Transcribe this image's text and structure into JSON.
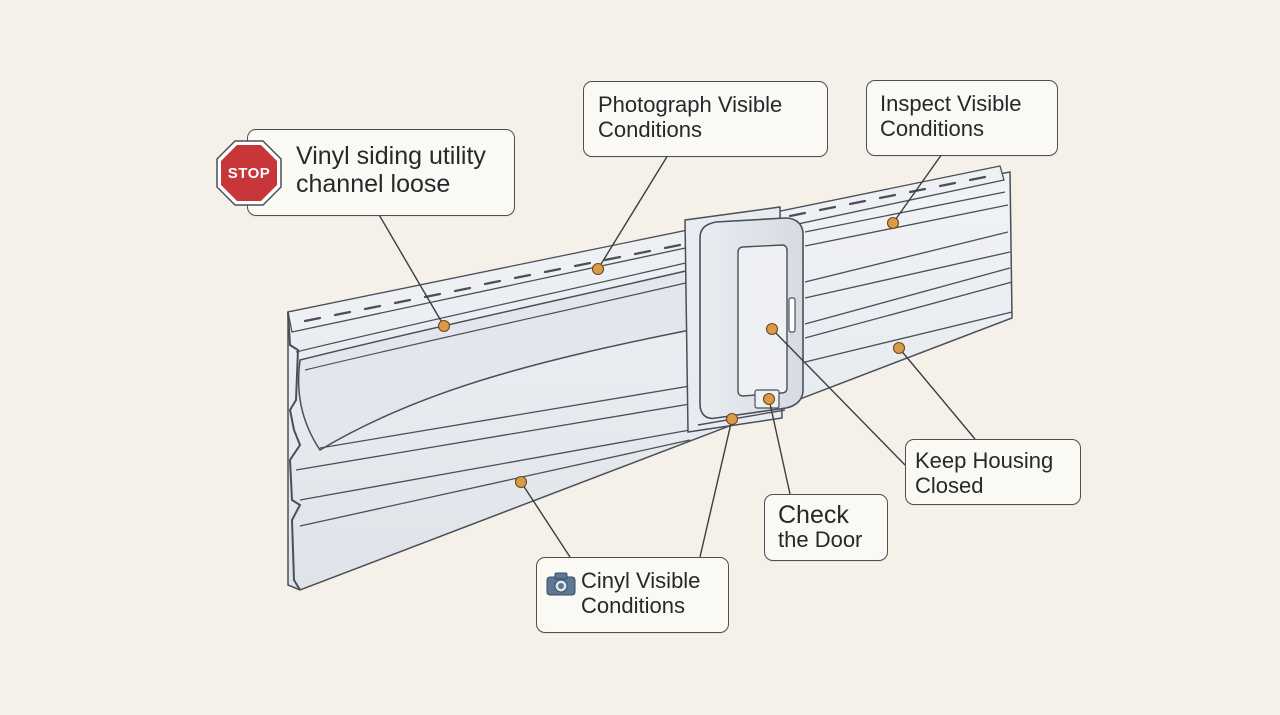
{
  "colors": {
    "background": "#f5f1e8",
    "line": "#4a4f58",
    "marker": "#d99a4a",
    "stop_red": "#c9363a",
    "siding_fill": "#e6e9ee",
    "camera_blue": "#5d7796"
  },
  "icons": {
    "stop": "stop-sign-icon",
    "camera": "camera-icon"
  },
  "stop_sign": {
    "label": "STOP"
  },
  "callouts": {
    "vinyl": {
      "text": "Vinyl siding utility channel loose"
    },
    "photograph": {
      "text": "Photograph Visible Conditions"
    },
    "inspect": {
      "text": "Inspect Visible Conditions"
    },
    "keep_closed": {
      "text": "Keep Housing Closed"
    },
    "check_door": {
      "line1": "Check",
      "line2": "the Door"
    },
    "cinyl": {
      "text": "Cinyl Visible Conditions"
    }
  }
}
